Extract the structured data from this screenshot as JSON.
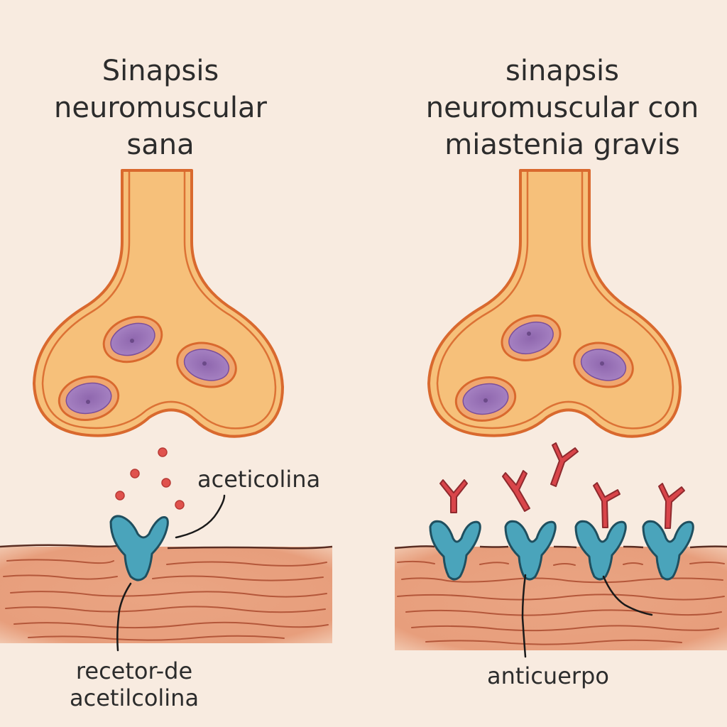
{
  "panels": {
    "healthy": {
      "title_lines": [
        "Sinapsis",
        "neuromuscular",
        "sana"
      ],
      "labels": {
        "neurotransmitter": "aceticolina",
        "receptor_lines": [
          "recetor-de",
          "acetilcolina"
        ]
      }
    },
    "disease": {
      "title_lines": [
        "sinapsis",
        "neuromuscular con",
        "miastenia gravis"
      ],
      "labels": {
        "antibody": "anticuerpo"
      }
    }
  },
  "colors": {
    "background": "#f8ebe0",
    "terminal_fill": "#f6c07a",
    "terminal_outline": "#d9692e",
    "vesicle_fill": "#9b76b8",
    "muscle_fill": "#e9a07e",
    "muscle_lines": "#b4573a",
    "receptor_fill": "#4aa4bb",
    "antibody_fill": "#d9454a",
    "acetylcholine_dot": "#e0524d",
    "text": "#2c2c2c"
  }
}
